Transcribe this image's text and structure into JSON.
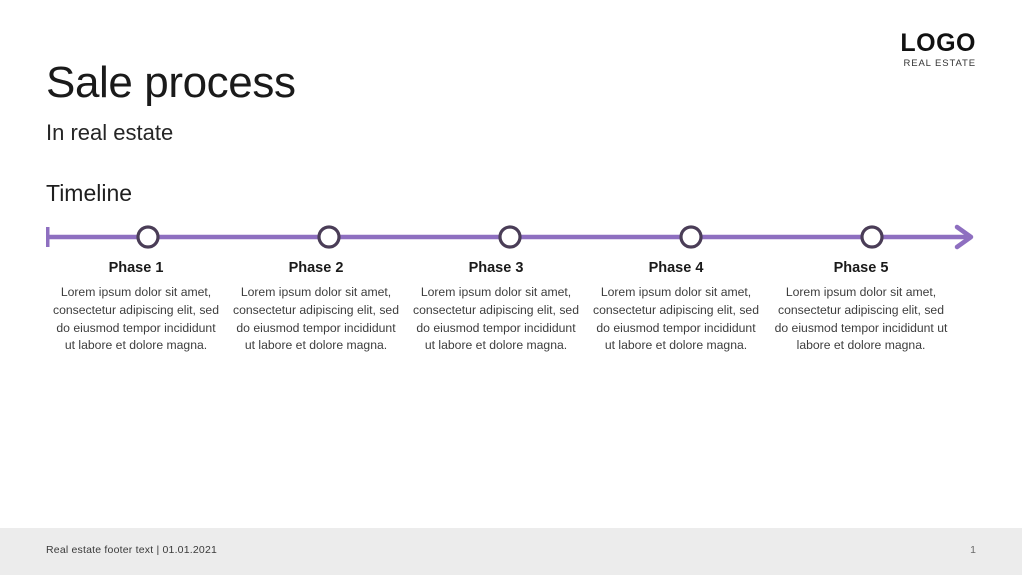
{
  "logo": {
    "main": "LOGO",
    "sub": "REAL ESTATE"
  },
  "slide": {
    "title": "Sale process",
    "subtitle": "In real estate",
    "section_heading": "Timeline"
  },
  "timeline": {
    "line_color": "#8e6fc0",
    "marker_stroke_color": "#4a3d57",
    "marker_fill_color": "#ffffff",
    "start_tick": true,
    "end_arrow": true,
    "phases": [
      {
        "label": "Phase 1",
        "body": "Lorem ipsum dolor sit amet, consectetur adipiscing elit, sed do eiusmod tempor incididunt ut labore et dolore magna."
      },
      {
        "label": "Phase 2",
        "body": "Lorem ipsum dolor sit amet, consectetur adipiscing elit, sed do eiusmod tempor incididunt ut labore et dolore magna."
      },
      {
        "label": "Phase 3",
        "body": "Lorem ipsum dolor sit amet, consectetur adipiscing elit, sed do eiusmod tempor incididunt ut labore et dolore magna."
      },
      {
        "label": "Phase 4",
        "body": "Lorem ipsum dolor sit amet, consectetur adipiscing elit, sed do eiusmod tempor incididunt ut labore et dolore magna."
      },
      {
        "label": "Phase 5",
        "body": "Lorem ipsum dolor sit amet, consectetur adipiscing elit, sed do eiusmod tempor incididunt ut labore et dolore magna."
      }
    ]
  },
  "footer": {
    "text": "Real estate footer text  |  01.01.2021",
    "page": "1",
    "background": "#ececec"
  }
}
